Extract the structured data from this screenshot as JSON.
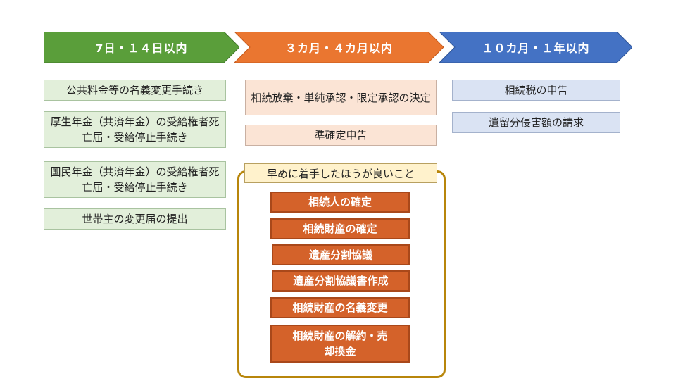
{
  "phases": [
    {
      "label": "7日・１４日以内",
      "color": "#5a9e3a"
    },
    {
      "label": "３カ月・４カ月以内",
      "color": "#ea7630"
    },
    {
      "label": "１０カ月・１年以内",
      "color": "#4472c4"
    }
  ],
  "column1": {
    "tasks": [
      "公共料金等の名義変更手続き",
      "厚生年金（共済年金）の受給権者死亡届・受給停止手続き",
      "国民年金（共済年金）の受給権者死亡届・受給停止手続き",
      "世帯主の変更届の提出"
    ]
  },
  "column2": {
    "tasks": [
      "相続放棄・単純承認・限定承認の決定",
      "準確定申告"
    ],
    "early": {
      "title": "早めに着手したほうが良いこと",
      "items": [
        "相続人の確定",
        "相続財産の確定",
        "遺産分割協議",
        "遺産分割協議書作成",
        "相続財産の名義変更",
        "相続財産の解約・売却換金"
      ]
    }
  },
  "column3": {
    "tasks": [
      "相続税の申告",
      "遺留分侵害額の請求"
    ]
  }
}
